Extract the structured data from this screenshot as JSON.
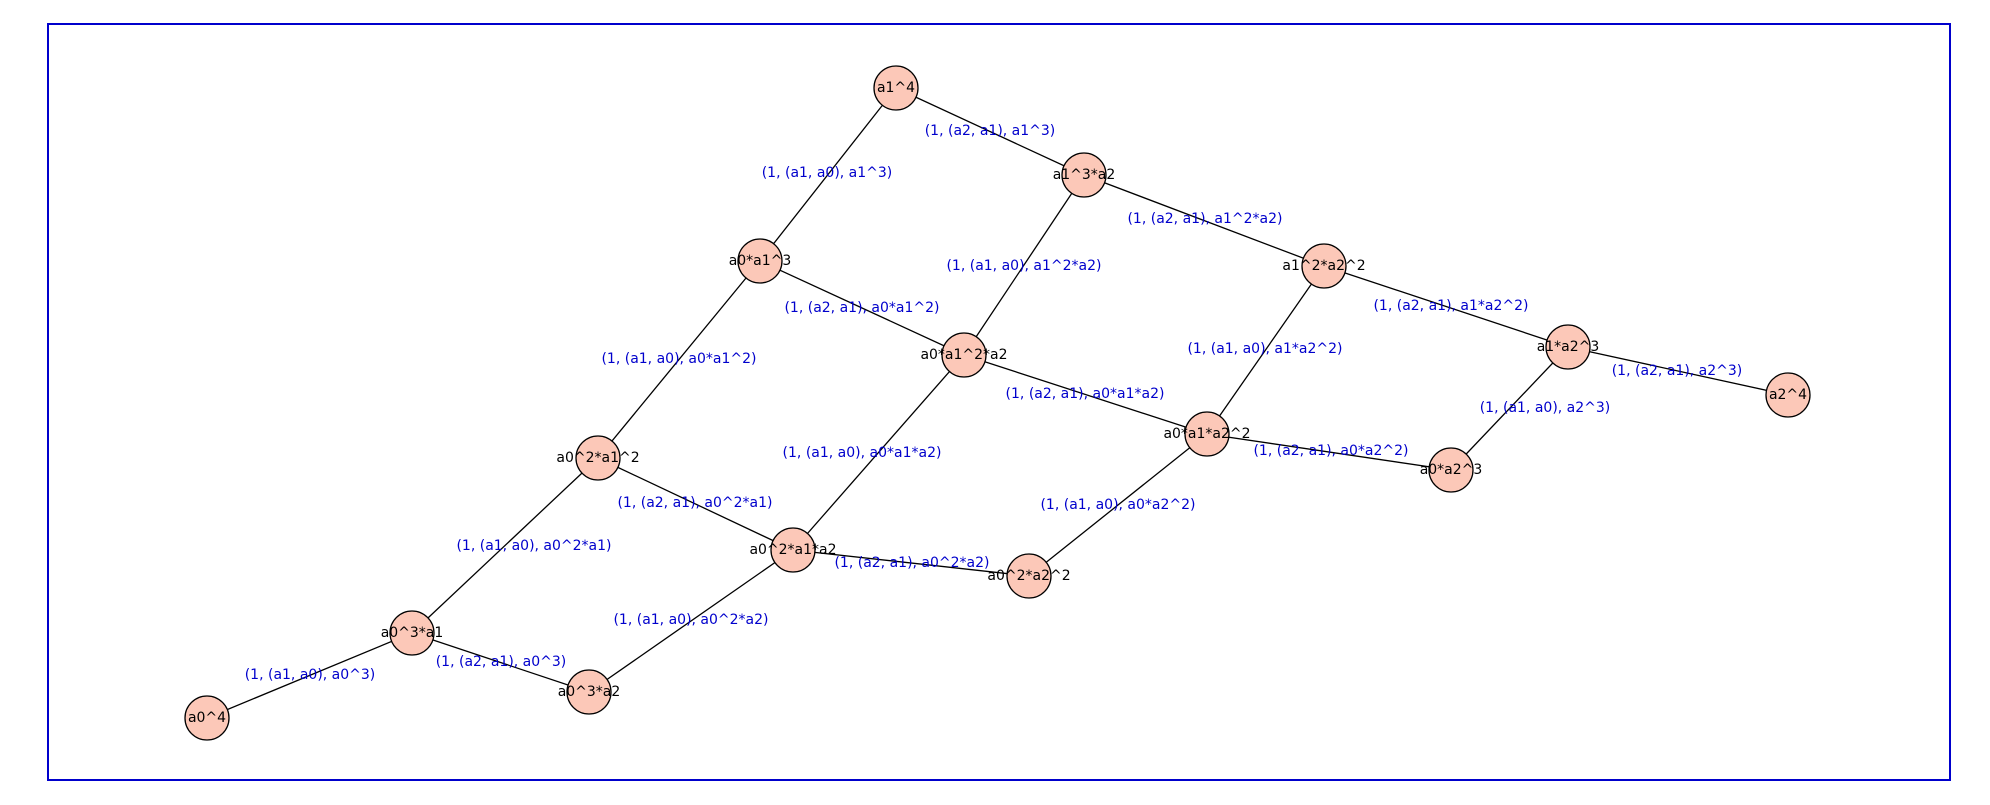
{
  "colors": {
    "frame": "#0000cc",
    "node_fill": "#fcc8b8",
    "node_stroke": "#000000",
    "edge": "#000000",
    "edge_label": "#0000cc"
  },
  "nodes": [
    {
      "id": "a1^4",
      "label": "a1^4"
    },
    {
      "id": "a1^3*a2",
      "label": "a1^3*a2"
    },
    {
      "id": "a1^2*a2^2",
      "label": "a1^2*a2^2"
    },
    {
      "id": "a1*a2^3",
      "label": "a1*a2^3"
    },
    {
      "id": "a2^4",
      "label": "a2^4"
    },
    {
      "id": "a0*a1^3",
      "label": "a0*a1^3"
    },
    {
      "id": "a0*a1^2*a2",
      "label": "a0*a1^2*a2"
    },
    {
      "id": "a0*a1*a2^2",
      "label": "a0*a1*a2^2"
    },
    {
      "id": "a0*a2^3",
      "label": "a0*a2^3"
    },
    {
      "id": "a0^2*a1^2",
      "label": "a0^2*a1^2"
    },
    {
      "id": "a0^2*a1*a2",
      "label": "a0^2*a1*a2"
    },
    {
      "id": "a0^2*a2^2",
      "label": "a0^2*a2^2"
    },
    {
      "id": "a0^3*a1",
      "label": "a0^3*a1"
    },
    {
      "id": "a0^3*a2",
      "label": "a0^3*a2"
    },
    {
      "id": "a0^4",
      "label": "a0^4"
    }
  ],
  "edges": [
    {
      "from": "a1^4",
      "to": "a1^3*a2",
      "label": "(1, (a2, a1), a1^3)"
    },
    {
      "from": "a1^4",
      "to": "a0*a1^3",
      "label": "(1, (a1, a0), a1^3)"
    },
    {
      "from": "a1^3*a2",
      "to": "a1^2*a2^2",
      "label": "(1, (a2, a1), a1^2*a2)"
    },
    {
      "from": "a1^3*a2",
      "to": "a0*a1^2*a2",
      "label": "(1, (a1, a0), a1^2*a2)"
    },
    {
      "from": "a1^2*a2^2",
      "to": "a1*a2^3",
      "label": "(1, (a2, a1), a1*a2^2)"
    },
    {
      "from": "a1^2*a2^2",
      "to": "a0*a1*a2^2",
      "label": "(1, (a1, a0), a1*a2^2)"
    },
    {
      "from": "a1*a2^3",
      "to": "a2^4",
      "label": "(1, (a2, a1), a2^3)"
    },
    {
      "from": "a1*a2^3",
      "to": "a0*a2^3",
      "label": "(1, (a1, a0), a2^3)"
    },
    {
      "from": "a0*a1^3",
      "to": "a0*a1^2*a2",
      "label": "(1, (a2, a1), a0*a1^2)"
    },
    {
      "from": "a0*a1^3",
      "to": "a0^2*a1^2",
      "label": "(1, (a1, a0), a0*a1^2)"
    },
    {
      "from": "a0*a1^2*a2",
      "to": "a0*a1*a2^2",
      "label": "(1, (a2, a1), a0*a1*a2)"
    },
    {
      "from": "a0*a1^2*a2",
      "to": "a0^2*a1*a2",
      "label": "(1, (a1, a0), a0*a1*a2)"
    },
    {
      "from": "a0*a1*a2^2",
      "to": "a0*a2^3",
      "label": "(1, (a2, a1), a0*a2^2)"
    },
    {
      "from": "a0*a1*a2^2",
      "to": "a0^2*a2^2",
      "label": "(1, (a1, a0), a0*a2^2)"
    },
    {
      "from": "a0^2*a1^2",
      "to": "a0^2*a1*a2",
      "label": "(1, (a2, a1), a0^2*a1)"
    },
    {
      "from": "a0^2*a1^2",
      "to": "a0^3*a1",
      "label": "(1, (a1, a0), a0^2*a1)"
    },
    {
      "from": "a0^2*a1*a2",
      "to": "a0^2*a2^2",
      "label": "(1, (a2, a1), a0^2*a2)"
    },
    {
      "from": "a0^2*a1*a2",
      "to": "a0^3*a2",
      "label": "(1, (a1, a0), a0^2*a2)"
    },
    {
      "from": "a0^3*a1",
      "to": "a0^3*a2",
      "label": "(1, (a2, a1), a0^3)"
    },
    {
      "from": "a0^3*a1",
      "to": "a0^4",
      "label": "(1, (a1, a0), a0^3)"
    }
  ]
}
